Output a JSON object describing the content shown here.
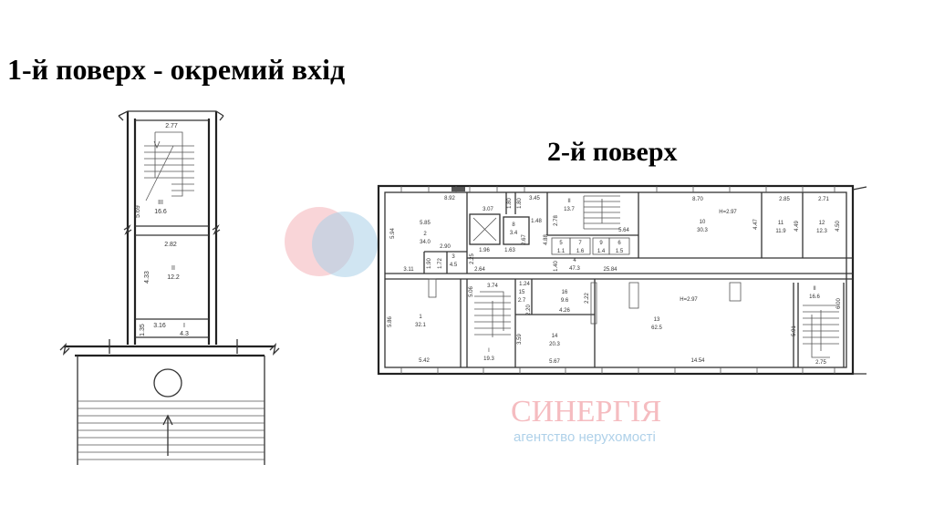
{
  "titles": {
    "floor1": "1-й поверх - окремий вхід",
    "floor2": "2-й поверх"
  },
  "watermark": {
    "brand": "СИНЕРГІЯ",
    "tagline": "агентство нерухомості",
    "colors": {
      "pink": "#f2a0a6",
      "blue": "#9cc6e4"
    }
  },
  "floor1": {
    "rooms": [
      {
        "num": "III",
        "area": "16.6",
        "dims": [
          "2.77",
          "5.69"
        ]
      },
      {
        "num": "II",
        "area": "12.2",
        "dims": [
          "2.82",
          "4.33"
        ]
      },
      {
        "num": "I",
        "area": "4.3",
        "dims": [
          "3.16",
          "1.35"
        ]
      }
    ]
  },
  "floor2": {
    "rooms": [
      {
        "num": "1",
        "area": "32.1"
      },
      {
        "num": "2",
        "area": "34.0"
      },
      {
        "num": "3",
        "area": "4.5"
      },
      {
        "num": "4",
        "area": "47.3"
      },
      {
        "num": "5",
        "area": "1.1"
      },
      {
        "num": "6",
        "area": "1.5"
      },
      {
        "num": "7",
        "area": "1.6"
      },
      {
        "num": "8",
        "area": "3.4"
      },
      {
        "num": "9",
        "area": "1.4"
      },
      {
        "num": "10",
        "area": "30.3"
      },
      {
        "num": "11",
        "area": "11.9"
      },
      {
        "num": "12",
        "area": "12.3"
      },
      {
        "num": "13",
        "area": "62.5"
      },
      {
        "num": "14",
        "area": "20.3"
      },
      {
        "num": "15",
        "area": "2.7"
      },
      {
        "num": "16",
        "area": "9.6"
      },
      {
        "num": "I",
        "area": "19.3"
      },
      {
        "num": "II",
        "area": "13.7"
      },
      {
        "num": "II",
        "area": "16.6"
      }
    ],
    "dims": [
      "8.92",
      "3.07",
      "1.80",
      "1.80",
      "3.45",
      "2.78",
      "5.64",
      "5.85",
      "5.94",
      "2.67",
      "1.96",
      "1.63",
      "1.48",
      "4.88",
      "2.90",
      "1.90",
      "1.72",
      "3.11",
      "2.64",
      "2.25",
      "1.40",
      "25.84",
      "8.70",
      "4.47",
      "2.85",
      "4.49",
      "2.71",
      "4.50",
      "5.86",
      "5.42",
      "3.74",
      "5.06",
      "1.24",
      "2.20",
      "2.22",
      "4.26",
      "3.59",
      "5.67",
      "14.54",
      "6.00",
      "5.91",
      "2.75"
    ],
    "ceiling_height": "H=2.97"
  }
}
